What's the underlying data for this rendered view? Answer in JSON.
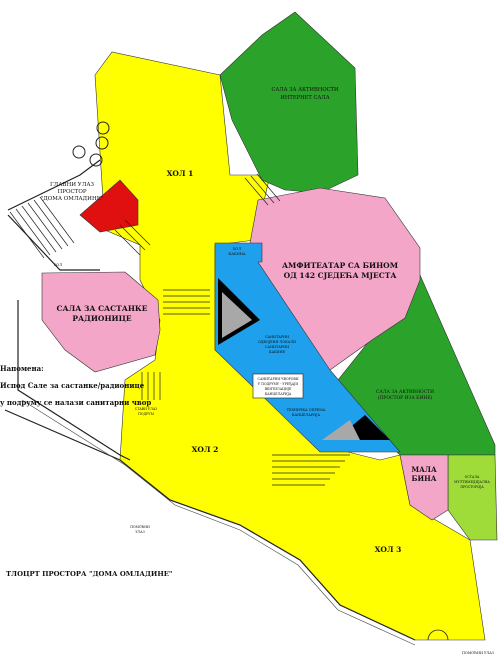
{
  "plan": {
    "title": "ТЛОЦРТ ПРОСТОРА \"ДОМА ОМЛАДИНЕ\"",
    "rooms": {
      "hol1": "ХОЛ 1",
      "hol2": "ХОЛ 2",
      "hol3": "ХОЛ 3",
      "activities_internet": [
        "САЛА ЗА АКТИВНОСТИ",
        "ИНТЕРНЕТ САЛА"
      ],
      "amphitheater": [
        "АМФИТЕАТАР СА БИНОМ",
        "ОД 142 СЈЕДЕЋА МЈЕСТА"
      ],
      "meeting_hall": [
        "САЛА ЗА САСТАНКЕ",
        "РАДИОНИЦЕ"
      ],
      "activities_outdoor": [
        "САЛА ЗА АКТИВНОСТИ",
        "(ПРОСТОР ИЗА БИНЕ)"
      ],
      "small_stage": [
        "МАЛА",
        "БИНА"
      ],
      "main_entrance": [
        "ГЛАВНИ УЛАЗ",
        "ПРОСТОР",
        "\"ДОМА ОМЛАДИНЕ\""
      ],
      "wc_lobby": "ХОЛ",
      "blue_top": [
        "ХОЛ",
        "КАБИНА"
      ],
      "blue_mid": [
        "САНИТАРНИ",
        "ОДВОЈЕНИ ЛОКАЛИ",
        "САНИТАРНИ",
        "КАБИНЕ"
      ],
      "blue_box": [
        "САНИТАРНИ ЧВОРОВИ",
        "У ПОДРУМУ - УРЕЂАЈИ",
        "ВЕНТИЛАЦИЈЕ",
        "КАНЦЕЛАРИЈА"
      ],
      "blue_low": [
        "ТЕХНИЧКА ОПРЕМА",
        "КАНЦЕЛАРИЈА"
      ],
      "green_small": [
        "ОСТАЛА",
        "МУЛТИМЕДИЈАЛНА",
        "ПРОСТОРИЈА"
      ],
      "small_labels": {
        "side_entrance": [
          "ПОМОЋНИ",
          "УЛАЗ"
        ],
        "bottom_entrance": "ПОМОЋНИ УЛАЗ",
        "stairs": [
          "СТАВИ УЛАЗ",
          "ПОДРУМ"
        ]
      }
    },
    "note": {
      "heading": "Напомена:",
      "line1": "Испод Сале за састанке/радионице",
      "line2": "у подруму се налази санитарни чвор"
    },
    "colors": {
      "yellow": "#ffff00",
      "green": "#2ba32b",
      "light_green": "#9fdc3a",
      "pink": "#f4a6c8",
      "blue": "#1ea0ec",
      "red": "#e01010",
      "gray": "#a8a8a8",
      "black": "#000000"
    }
  }
}
